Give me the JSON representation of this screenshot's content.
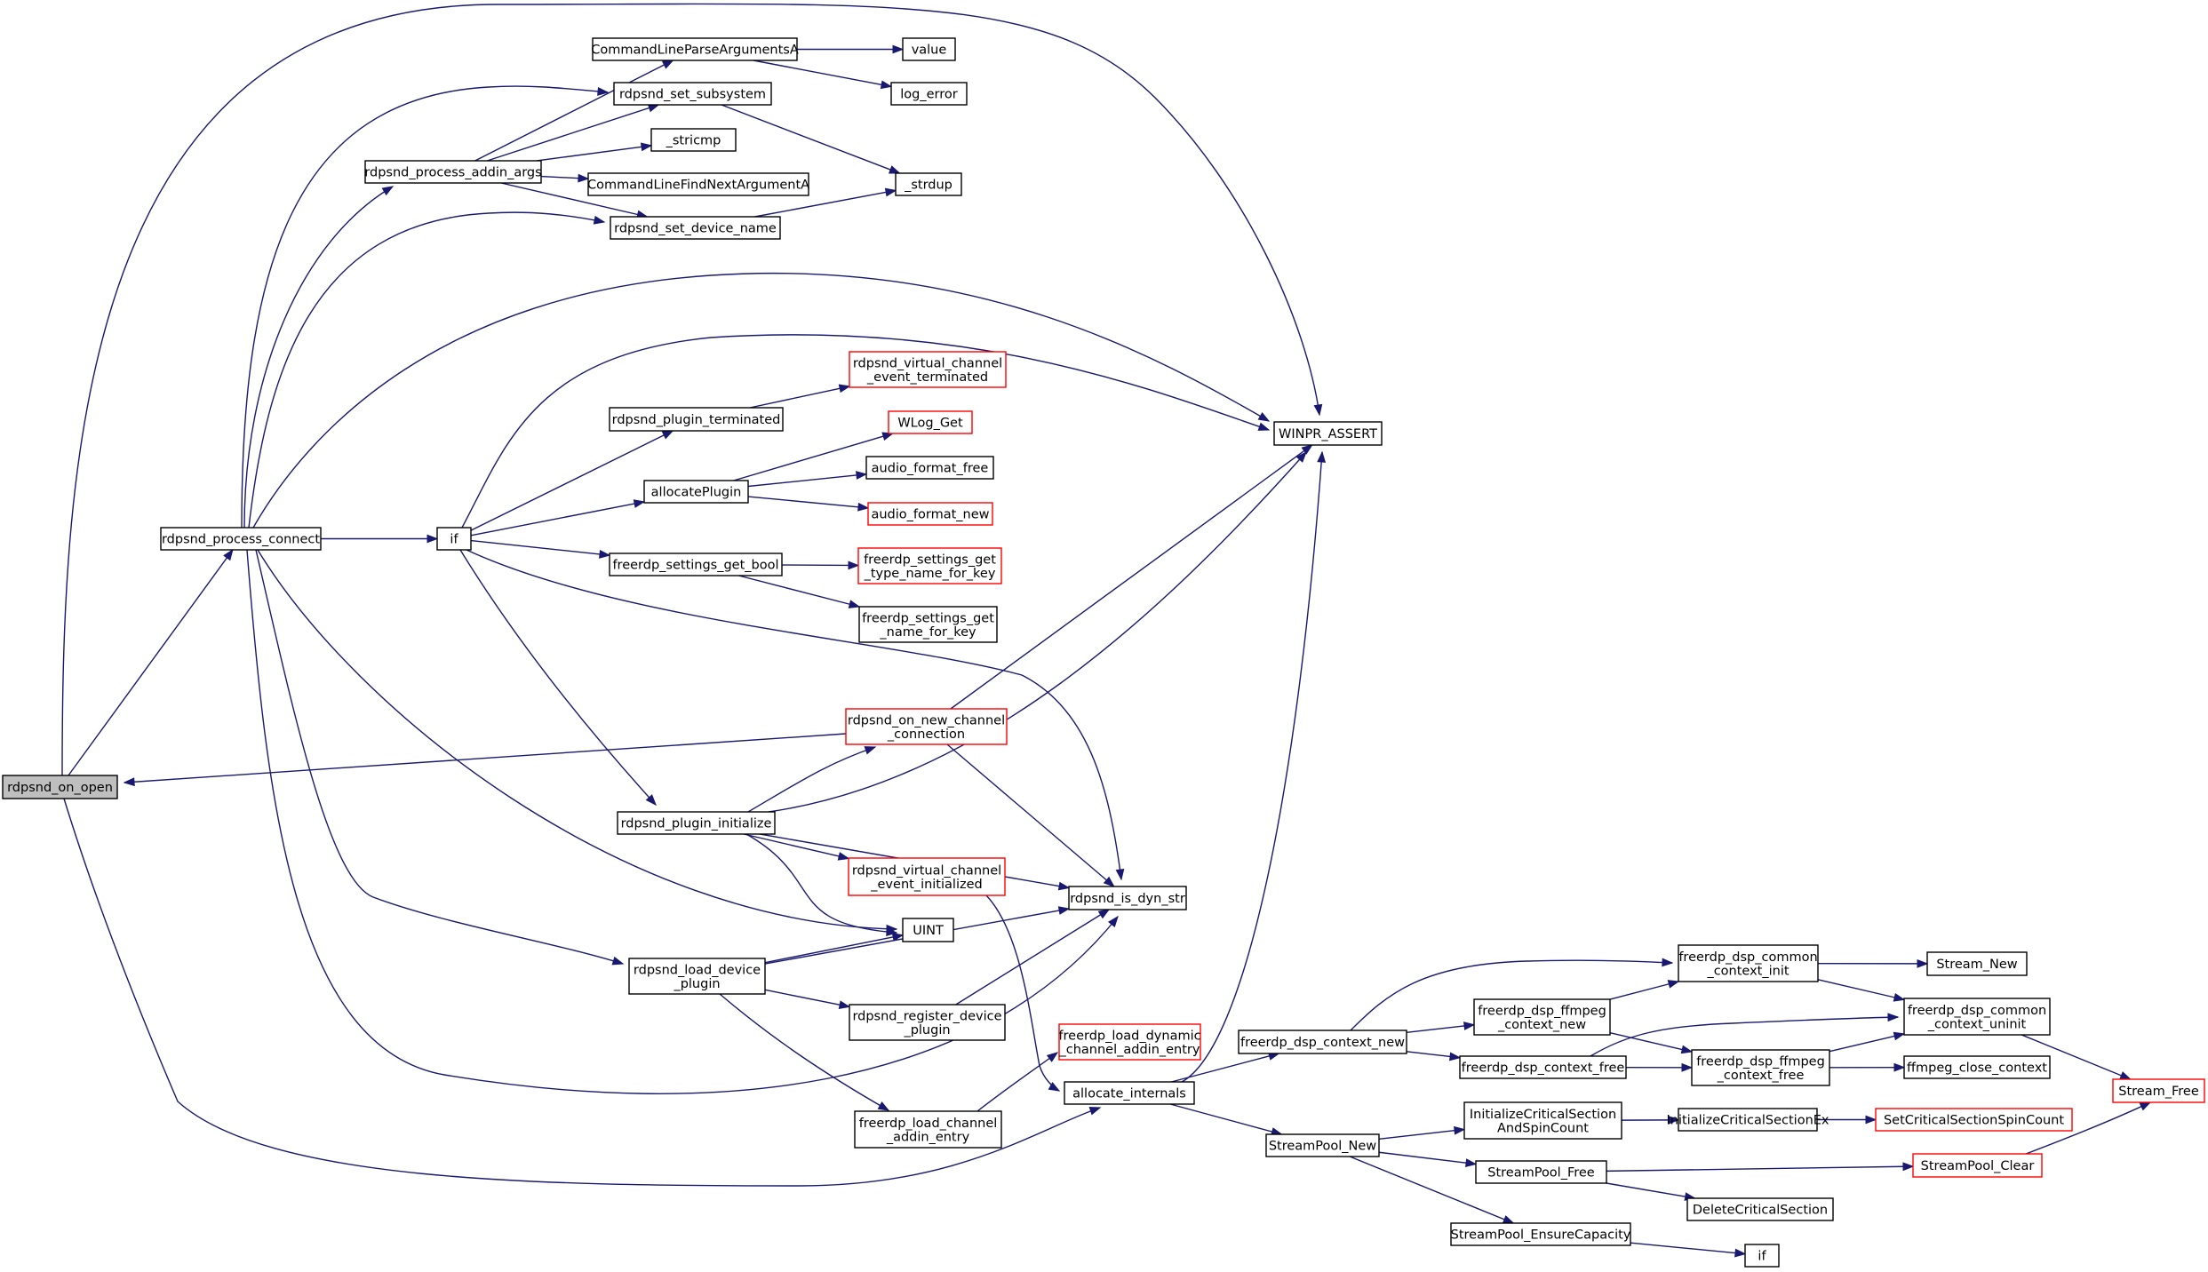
{
  "colors": {
    "edge": "#191970",
    "box_border": "#000000",
    "box_border_truncated": "#ff0000",
    "root_fill": "#bfbfbf",
    "box_fill": "#ffffff"
  },
  "nodes": {
    "rdpsnd_on_open": {
      "lines": [
        "rdpsnd_on_open"
      ],
      "root": true
    },
    "rdpsnd_process_connect": {
      "lines": [
        "rdpsnd_process_connect"
      ]
    },
    "if_a": {
      "lines": [
        "if"
      ]
    },
    "rdpsnd_process_addin_args": {
      "lines": [
        "rdpsnd_process_addin_args"
      ]
    },
    "CommandLineParseArgumentsA": {
      "lines": [
        "CommandLineParseArgumentsA"
      ]
    },
    "value": {
      "lines": [
        "value"
      ]
    },
    "log_error": {
      "lines": [
        "log_error"
      ]
    },
    "rdpsnd_set_subsystem": {
      "lines": [
        "rdpsnd_set_subsystem"
      ]
    },
    "_stricmp": {
      "lines": [
        "_stricmp"
      ]
    },
    "CommandLineFindNextArgumentA": {
      "lines": [
        "CommandLineFindNextArgumentA"
      ]
    },
    "_strdup": {
      "lines": [
        "_strdup"
      ]
    },
    "rdpsnd_set_device_name": {
      "lines": [
        "rdpsnd_set_device_name"
      ]
    },
    "WINPR_ASSERT": {
      "lines": [
        "WINPR_ASSERT"
      ]
    },
    "rdpsnd_plugin_terminated": {
      "lines": [
        "rdpsnd_plugin_terminated"
      ]
    },
    "rdpsnd_virtual_channel_event_terminated": {
      "lines": [
        "rdpsnd_virtual_channel",
        "_event_terminated"
      ],
      "truncated": true
    },
    "allocatePlugin": {
      "lines": [
        "allocatePlugin"
      ]
    },
    "WLog_Get": {
      "lines": [
        "WLog_Get"
      ],
      "truncated": true
    },
    "audio_format_free": {
      "lines": [
        "audio_format_free"
      ]
    },
    "audio_format_new": {
      "lines": [
        "audio_format_new"
      ],
      "truncated": true
    },
    "freerdp_settings_get_bool": {
      "lines": [
        "freerdp_settings_get_bool"
      ]
    },
    "freerdp_settings_get_type_name_for_key": {
      "lines": [
        "freerdp_settings_get",
        "_type_name_for_key"
      ],
      "truncated": true
    },
    "freerdp_settings_get_name_for_key": {
      "lines": [
        "freerdp_settings_get",
        "_name_for_key"
      ]
    },
    "rdpsnd_on_new_channel_connection": {
      "lines": [
        "rdpsnd_on_new_channel",
        "_connection"
      ],
      "truncated": true
    },
    "rdpsnd_plugin_initialize": {
      "lines": [
        "rdpsnd_plugin_initialize"
      ]
    },
    "rdpsnd_virtual_channel_event_initialized": {
      "lines": [
        "rdpsnd_virtual_channel",
        "_event_initialized"
      ],
      "truncated": true
    },
    "rdpsnd_is_dyn_str": {
      "lines": [
        "rdpsnd_is_dyn_str"
      ]
    },
    "UINT": {
      "lines": [
        "UINT"
      ]
    },
    "rdpsnd_load_device_plugin": {
      "lines": [
        "rdpsnd_load_device",
        "_plugin"
      ]
    },
    "rdpsnd_register_device_plugin": {
      "lines": [
        "rdpsnd_register_device",
        "_plugin"
      ]
    },
    "freerdp_load_dynamic_channel_addin_entry": {
      "lines": [
        "freerdp_load_dynamic",
        "_channel_addin_entry"
      ],
      "truncated": true
    },
    "allocate_internals": {
      "lines": [
        "allocate_internals"
      ]
    },
    "freerdp_load_channel_addin_entry": {
      "lines": [
        "freerdp_load_channel",
        "_addin_entry"
      ]
    },
    "freerdp_dsp_context_new": {
      "lines": [
        "freerdp_dsp_context_new"
      ]
    },
    "freerdp_dsp_ffmpeg_context_new": {
      "lines": [
        "freerdp_dsp_ffmpeg",
        "_context_new"
      ]
    },
    "freerdp_dsp_common_context_init": {
      "lines": [
        "freerdp_dsp_common",
        "_context_init"
      ]
    },
    "Stream_New": {
      "lines": [
        "Stream_New"
      ]
    },
    "freerdp_dsp_common_context_uninit": {
      "lines": [
        "freerdp_dsp_common",
        "_context_uninit"
      ]
    },
    "freerdp_dsp_context_free": {
      "lines": [
        "freerdp_dsp_context_free"
      ]
    },
    "freerdp_dsp_ffmpeg_context_free": {
      "lines": [
        "freerdp_dsp_ffmpeg",
        "_context_free"
      ]
    },
    "ffmpeg_close_context": {
      "lines": [
        "ffmpeg_close_context"
      ]
    },
    "Stream_Free": {
      "lines": [
        "Stream_Free"
      ],
      "truncated": true
    },
    "StreamPool_New": {
      "lines": [
        "StreamPool_New"
      ]
    },
    "InitializeCriticalSectionAndSpinCount": {
      "lines": [
        "InitializeCriticalSection",
        "AndSpinCount"
      ]
    },
    "InitializeCriticalSectionEx": {
      "lines": [
        "InitializeCriticalSectionEx"
      ]
    },
    "SetCriticalSectionSpinCount": {
      "lines": [
        "SetCriticalSectionSpinCount"
      ],
      "truncated": true
    },
    "StreamPool_Free": {
      "lines": [
        "StreamPool_Free"
      ]
    },
    "StreamPool_Clear": {
      "lines": [
        "StreamPool_Clear"
      ],
      "truncated": true
    },
    "DeleteCriticalSection": {
      "lines": [
        "DeleteCriticalSection"
      ]
    },
    "StreamPool_EnsureCapacity": {
      "lines": [
        "StreamPool_EnsureCapacity"
      ]
    },
    "if_b": {
      "lines": [
        "if"
      ]
    }
  },
  "edges": [
    [
      "rdpsnd_on_open",
      "rdpsnd_process_connect"
    ],
    [
      "rdpsnd_on_open",
      "WINPR_ASSERT"
    ],
    [
      "rdpsnd_on_open",
      "allocate_internals"
    ],
    [
      "rdpsnd_on_new_channel_connection",
      "rdpsnd_on_open"
    ],
    [
      "rdpsnd_process_connect",
      "if_a"
    ],
    [
      "rdpsnd_process_connect",
      "rdpsnd_process_addin_args"
    ],
    [
      "rdpsnd_process_connect",
      "rdpsnd_set_subsystem"
    ],
    [
      "rdpsnd_process_connect",
      "rdpsnd_set_device_name"
    ],
    [
      "rdpsnd_process_connect",
      "WINPR_ASSERT"
    ],
    [
      "rdpsnd_process_connect",
      "UINT"
    ],
    [
      "rdpsnd_process_connect",
      "rdpsnd_load_device_plugin"
    ],
    [
      "rdpsnd_process_connect",
      "rdpsnd_is_dyn_str"
    ],
    [
      "rdpsnd_process_addin_args",
      "CommandLineParseArgumentsA"
    ],
    [
      "rdpsnd_process_addin_args",
      "rdpsnd_set_subsystem"
    ],
    [
      "rdpsnd_process_addin_args",
      "_stricmp"
    ],
    [
      "rdpsnd_process_addin_args",
      "CommandLineFindNextArgumentA"
    ],
    [
      "rdpsnd_process_addin_args",
      "rdpsnd_set_device_name"
    ],
    [
      "CommandLineParseArgumentsA",
      "value"
    ],
    [
      "CommandLineParseArgumentsA",
      "log_error"
    ],
    [
      "rdpsnd_set_subsystem",
      "_strdup"
    ],
    [
      "rdpsnd_set_device_name",
      "_strdup"
    ],
    [
      "if_a",
      "WINPR_ASSERT"
    ],
    [
      "if_a",
      "rdpsnd_plugin_terminated"
    ],
    [
      "if_a",
      "allocatePlugin"
    ],
    [
      "if_a",
      "freerdp_settings_get_bool"
    ],
    [
      "if_a",
      "rdpsnd_is_dyn_str"
    ],
    [
      "if_a",
      "rdpsnd_plugin_initialize"
    ],
    [
      "rdpsnd_plugin_terminated",
      "rdpsnd_virtual_channel_event_terminated"
    ],
    [
      "allocatePlugin",
      "WLog_Get"
    ],
    [
      "allocatePlugin",
      "audio_format_free"
    ],
    [
      "allocatePlugin",
      "audio_format_new"
    ],
    [
      "freerdp_settings_get_bool",
      "freerdp_settings_get_type_name_for_key"
    ],
    [
      "freerdp_settings_get_bool",
      "freerdp_settings_get_name_for_key"
    ],
    [
      "rdpsnd_on_new_channel_connection",
      "WINPR_ASSERT"
    ],
    [
      "rdpsnd_on_new_channel_connection",
      "rdpsnd_is_dyn_str"
    ],
    [
      "rdpsnd_plugin_initialize",
      "rdpsnd_on_new_channel_connection"
    ],
    [
      "rdpsnd_plugin_initialize",
      "WINPR_ASSERT"
    ],
    [
      "rdpsnd_plugin_initialize",
      "rdpsnd_is_dyn_str"
    ],
    [
      "rdpsnd_plugin_initialize",
      "rdpsnd_virtual_channel_event_initialized"
    ],
    [
      "rdpsnd_plugin_initialize",
      "UINT"
    ],
    [
      "rdpsnd_virtual_channel_event_initialized",
      "allocate_internals"
    ],
    [
      "rdpsnd_load_device_plugin",
      "UINT"
    ],
    [
      "rdpsnd_load_device_plugin",
      "rdpsnd_is_dyn_str"
    ],
    [
      "rdpsnd_load_device_plugin",
      "rdpsnd_register_device_plugin"
    ],
    [
      "rdpsnd_load_device_plugin",
      "freerdp_load_channel_addin_entry"
    ],
    [
      "rdpsnd_register_device_plugin",
      "rdpsnd_is_dyn_str"
    ],
    [
      "freerdp_load_channel_addin_entry",
      "freerdp_load_dynamic_channel_addin_entry"
    ],
    [
      "allocate_internals",
      "WINPR_ASSERT"
    ],
    [
      "allocate_internals",
      "freerdp_dsp_context_new"
    ],
    [
      "allocate_internals",
      "StreamPool_New"
    ],
    [
      "freerdp_dsp_context_new",
      "freerdp_dsp_common_context_init"
    ],
    [
      "freerdp_dsp_context_new",
      "freerdp_dsp_ffmpeg_context_new"
    ],
    [
      "freerdp_dsp_context_new",
      "freerdp_dsp_context_free"
    ],
    [
      "freerdp_dsp_ffmpeg_context_new",
      "freerdp_dsp_common_context_init"
    ],
    [
      "freerdp_dsp_ffmpeg_context_new",
      "freerdp_dsp_ffmpeg_context_free"
    ],
    [
      "freerdp_dsp_common_context_init",
      "Stream_New"
    ],
    [
      "freerdp_dsp_common_context_init",
      "freerdp_dsp_common_context_uninit"
    ],
    [
      "freerdp_dsp_context_free",
      "freerdp_dsp_common_context_uninit"
    ],
    [
      "freerdp_dsp_context_free",
      "freerdp_dsp_ffmpeg_context_free"
    ],
    [
      "freerdp_dsp_ffmpeg_context_free",
      "freerdp_dsp_common_context_uninit"
    ],
    [
      "freerdp_dsp_ffmpeg_context_free",
      "ffmpeg_close_context"
    ],
    [
      "freerdp_dsp_common_context_uninit",
      "Stream_Free"
    ],
    [
      "StreamPool_New",
      "InitializeCriticalSectionAndSpinCount"
    ],
    [
      "StreamPool_New",
      "StreamPool_Free"
    ],
    [
      "StreamPool_New",
      "StreamPool_EnsureCapacity"
    ],
    [
      "InitializeCriticalSectionAndSpinCount",
      "InitializeCriticalSectionEx"
    ],
    [
      "InitializeCriticalSectionEx",
      "SetCriticalSectionSpinCount"
    ],
    [
      "StreamPool_Free",
      "StreamPool_Clear"
    ],
    [
      "StreamPool_Free",
      "DeleteCriticalSection"
    ],
    [
      "StreamPool_Clear",
      "Stream_Free"
    ],
    [
      "StreamPool_EnsureCapacity",
      "if_b"
    ]
  ]
}
